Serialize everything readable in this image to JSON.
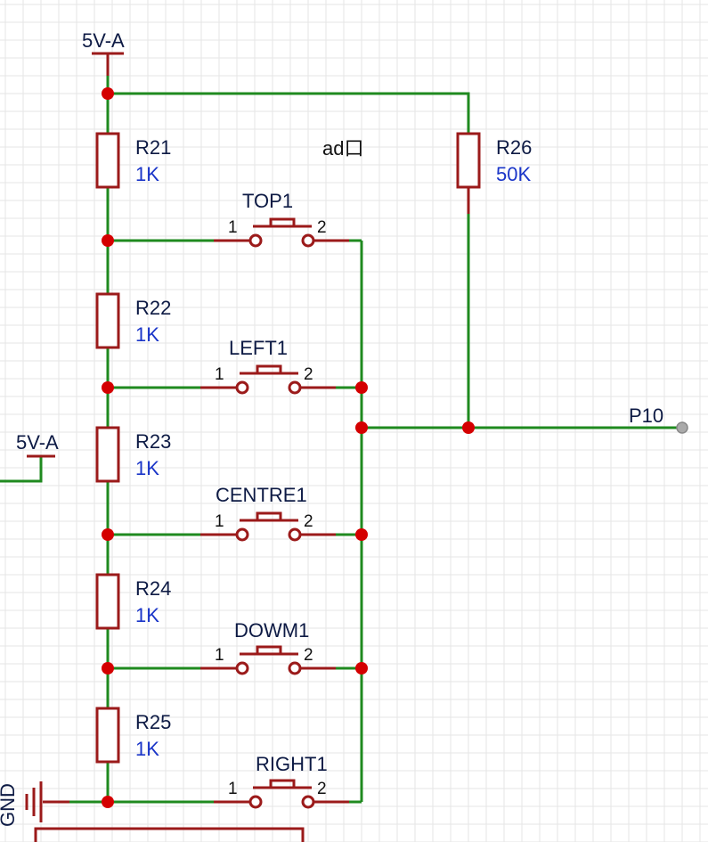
{
  "power": {
    "top_label": "5V-A",
    "left_label": "5V-A",
    "gnd_label": "GND"
  },
  "net_label": "ad口",
  "output": {
    "label": "P10"
  },
  "resistors": [
    {
      "id": "R21",
      "value": "1K"
    },
    {
      "id": "R22",
      "value": "1K"
    },
    {
      "id": "R23",
      "value": "1K"
    },
    {
      "id": "R24",
      "value": "1K"
    },
    {
      "id": "R25",
      "value": "1K"
    },
    {
      "id": "R26",
      "value": "50K"
    }
  ],
  "switches": [
    {
      "id": "TOP1",
      "pin1": "1",
      "pin2": "2"
    },
    {
      "id": "LEFT1",
      "pin1": "1",
      "pin2": "2"
    },
    {
      "id": "CENTRE1",
      "pin1": "1",
      "pin2": "2"
    },
    {
      "id": "DOWM1",
      "pin1": "1",
      "pin2": "2"
    },
    {
      "id": "RIGHT1",
      "pin1": "1",
      "pin2": "2"
    }
  ],
  "colors": {
    "wire": "#1f8a1f",
    "component": "#9b1a1a",
    "junction": "#d40000",
    "designator": "#0d1a44",
    "value": "#1a35c8"
  }
}
